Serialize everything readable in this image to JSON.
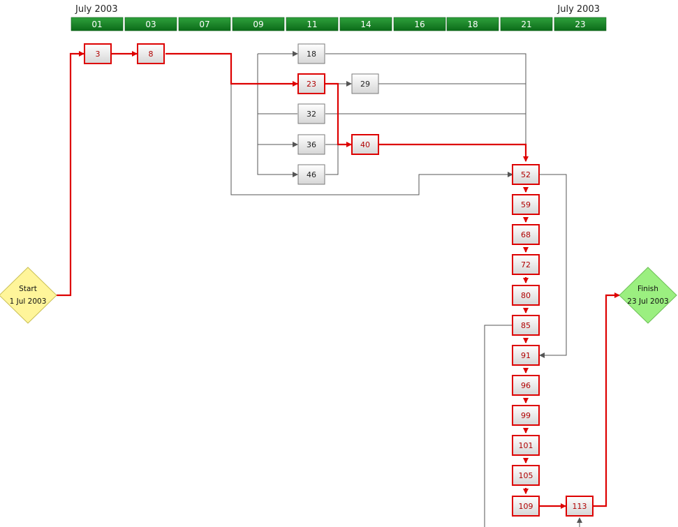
{
  "header": {
    "month_left": "July 2003",
    "month_right": "July 2003",
    "dates": [
      "01",
      "03",
      "07",
      "09",
      "11",
      "14",
      "16",
      "18",
      "21",
      "23"
    ]
  },
  "milestones": {
    "start": {
      "label": "Start",
      "date": "1 Jul 2003"
    },
    "finish": {
      "label": "Finish",
      "date": "23 Jul 2003"
    }
  },
  "tasks": [
    {
      "id": "3",
      "critical": true
    },
    {
      "id": "8",
      "critical": true
    },
    {
      "id": "18",
      "critical": false
    },
    {
      "id": "23",
      "critical": true
    },
    {
      "id": "29",
      "critical": false
    },
    {
      "id": "32",
      "critical": false
    },
    {
      "id": "36",
      "critical": false
    },
    {
      "id": "40",
      "critical": true
    },
    {
      "id": "46",
      "critical": false
    },
    {
      "id": "52",
      "critical": true
    },
    {
      "id": "59",
      "critical": true
    },
    {
      "id": "68",
      "critical": true
    },
    {
      "id": "72",
      "critical": true
    },
    {
      "id": "80",
      "critical": true
    },
    {
      "id": "85",
      "critical": true
    },
    {
      "id": "91",
      "critical": true
    },
    {
      "id": "96",
      "critical": true
    },
    {
      "id": "99",
      "critical": true
    },
    {
      "id": "101",
      "critical": true
    },
    {
      "id": "105",
      "critical": true
    },
    {
      "id": "109",
      "critical": true
    },
    {
      "id": "113",
      "critical": true
    }
  ],
  "colors": {
    "critical": "#dd0000",
    "normal": "#555555",
    "header_green": "#0f7a1f",
    "start_fill": "#fff59a",
    "finish_fill": "#9bef80"
  }
}
